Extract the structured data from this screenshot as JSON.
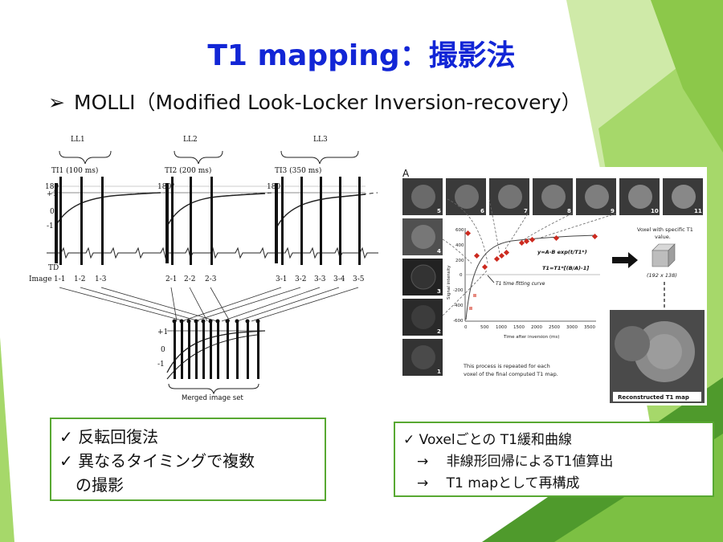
{
  "title": "T1 mapping：撮影法",
  "subtitle": {
    "bullet": "➢",
    "text": "MOLLI（Modified Look-Locker Inversion-recovery）"
  },
  "left_figure": {
    "group_labels": [
      "LL1",
      "LL2",
      "LL3"
    ],
    "ti_labels": [
      "TI1 (100 ms)",
      "TI2 (200 ms)",
      "TI3 (350 ms)"
    ],
    "axis_labels": [
      "180°",
      "+1",
      "0",
      "-1"
    ],
    "td_label": "TD",
    "image_row_label": "Image",
    "image_labels": [
      "1-1",
      "1-2",
      "1-3",
      "2-1",
      "2-2",
      "2-3",
      "3-1",
      "3-2",
      "3-3",
      "3-4",
      "3-5"
    ],
    "merged_axis_labels": [
      "+1",
      "0",
      "-1"
    ],
    "merged_label": "Merged image set"
  },
  "right_figure": {
    "panel_letter": "A",
    "thumb_numbers": [
      "5",
      "6",
      "7",
      "8",
      "9",
      "10",
      "11",
      "4",
      "3",
      "2",
      "1"
    ],
    "equation1": "y=A-B exp(t/T1*)",
    "equation2": "T1=T1*[(B/A)-1]",
    "curve_label": "T1 time fitting curve",
    "y_axis_label": "Signal intensity",
    "x_axis_label": "Time after inversion (ms)",
    "y_ticks": [
      "600",
      "400",
      "200",
      "0",
      "-200",
      "-400",
      "-600"
    ],
    "x_ticks": [
      "0",
      "500",
      "1000",
      "1500",
      "2000",
      "2500",
      "3000",
      "3500"
    ],
    "voxel_text_line1": "Voxel with specific T1",
    "voxel_text_line2": "value.",
    "matrix_label": "(192 x 138)",
    "repeat_text_line1": "This process is repeated for each",
    "repeat_text_line2": "voxel of the final computed T1 map.",
    "map_label": "Reconstructed T1 map"
  },
  "box_left": {
    "items": [
      "✓ 反転回復法",
      "✓ 異なるタイミングで複数",
      "　の撮影"
    ]
  },
  "box_right": {
    "items": [
      "✓  Voxelごとの T1緩和曲線",
      "　→　 非線形回帰によるT1値算出",
      "　→　 T1 mapとして再構成"
    ]
  },
  "colors": {
    "title": "#1226d6",
    "accent_green": "#58a832",
    "light_green": "#a6d86a",
    "mid_green": "#7cc043",
    "dark_green": "#4f9a2c",
    "data_points": "#cc2a1f"
  }
}
